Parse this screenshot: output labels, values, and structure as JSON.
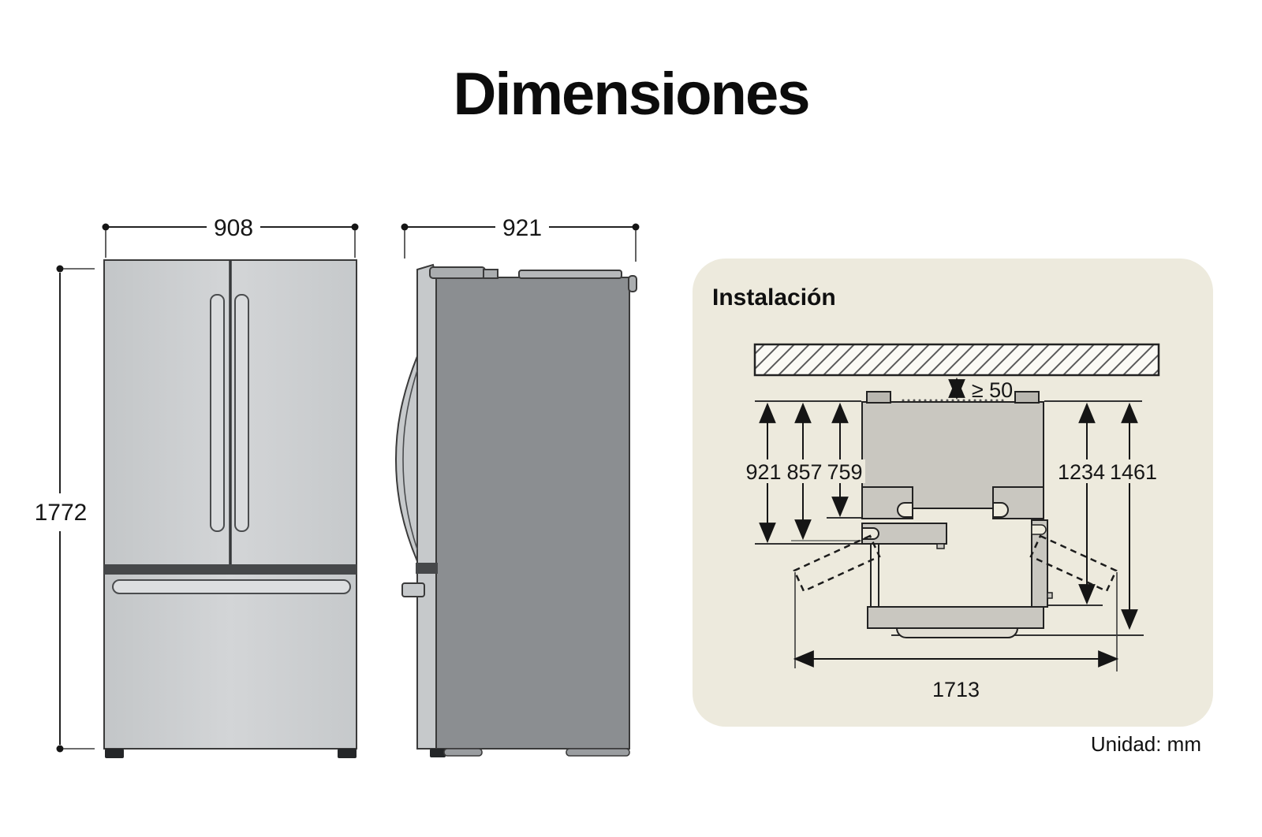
{
  "page": {
    "title": "Dimensiones",
    "unit_note": "Unidad: mm"
  },
  "front_view": {
    "label_width": "908",
    "label_height": "1772"
  },
  "side_view": {
    "label_depth": "921"
  },
  "installation": {
    "title": "Instalación",
    "clearance_top": "≥ 50",
    "left_dims": [
      "921",
      "857",
      "759"
    ],
    "right_dims": [
      "1234",
      "1461"
    ],
    "bottom_dim": "1713"
  },
  "colors": {
    "panel_bg": "#edeadd",
    "line": "#222222",
    "fridge_light": "#cdd0d2",
    "fridge_dark": "#8b8e91",
    "top_view_gray": "#c9c7c0",
    "band_dark": "#46484a"
  }
}
